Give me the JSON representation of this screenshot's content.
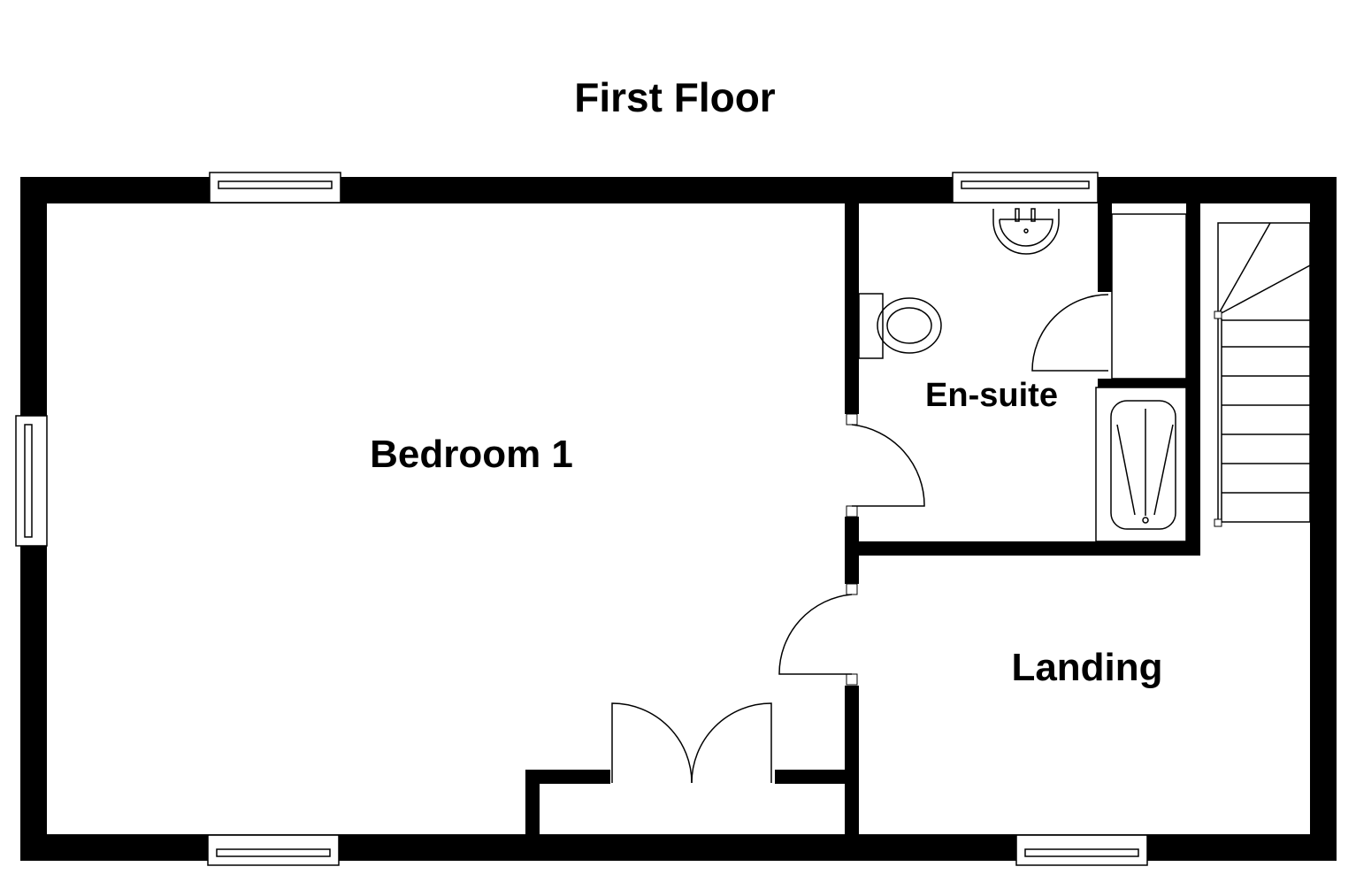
{
  "title": "First Floor",
  "rooms": {
    "bedroom": "Bedroom 1",
    "ensuite": "En-suite",
    "landing": "Landing"
  },
  "colors": {
    "wall": "#000000",
    "background": "#ffffff"
  }
}
